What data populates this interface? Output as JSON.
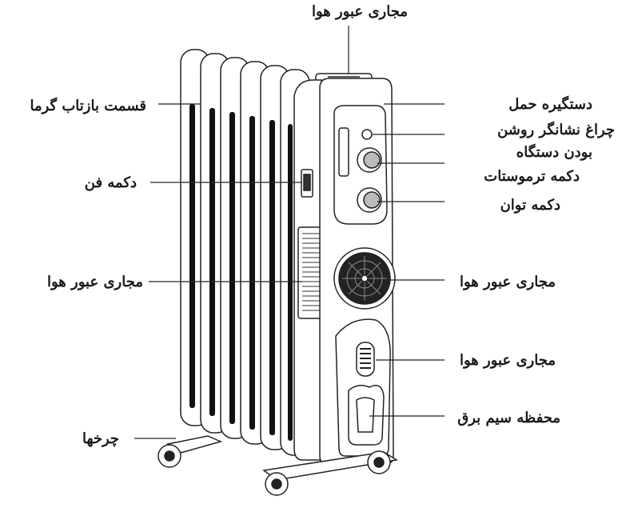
{
  "labels": {
    "top_vent": "مجاری عبور هوا",
    "heat_section": "قسمت بازتاب گرما",
    "fan_button": "دکمه فن",
    "left_vent": "مجاری عبور هوا",
    "wheels": "چرخها",
    "handle": "دستگیره حمل",
    "power_light_1": "چراغ  نشانگر  روشن",
    "power_light_2": "بودن دستگاه",
    "thermostat": "دکمه ترموستات",
    "power_knob": "دکمه توان",
    "fan_vent": "مجاری عبور هوا",
    "lower_vent": "مجاری عبور هوا",
    "cord_storage": "محفظه سیم برق"
  }
}
